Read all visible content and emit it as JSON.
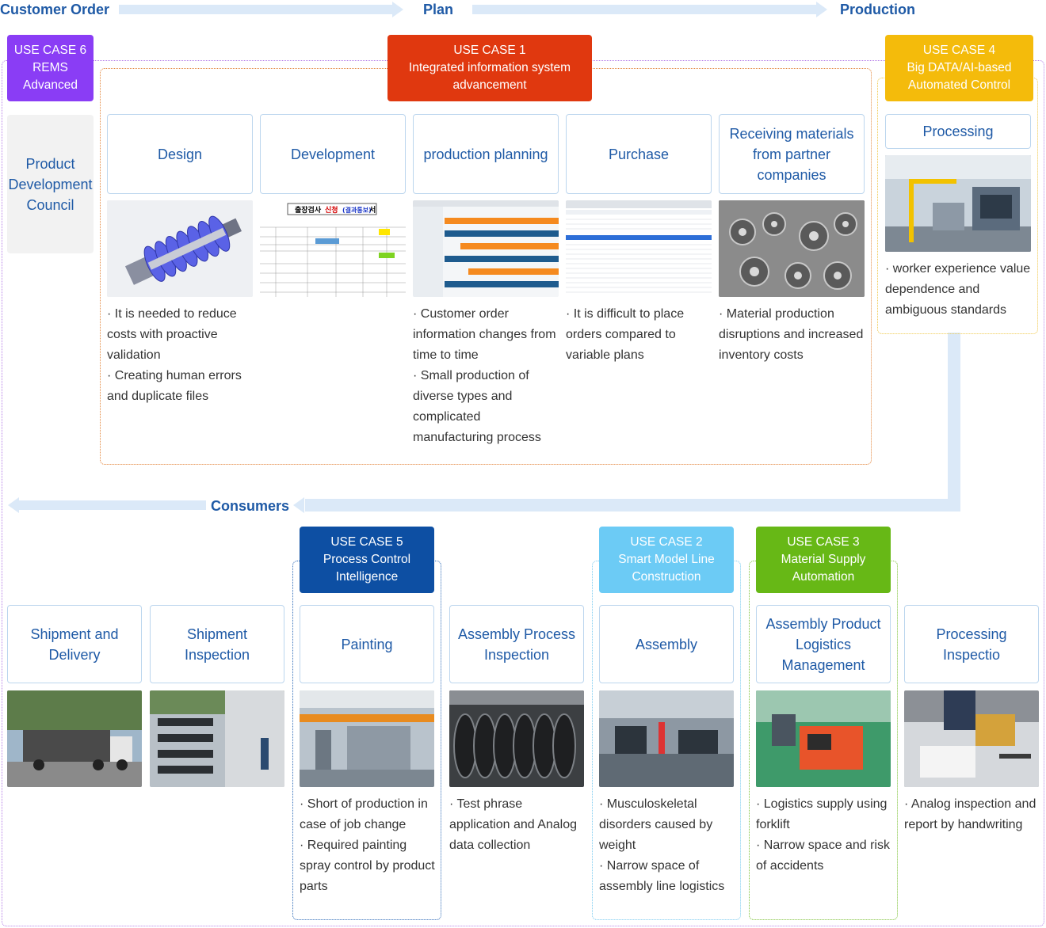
{
  "flow_top": {
    "customer_order": "Customer Order",
    "plan": "Plan",
    "production": "Production"
  },
  "flow_bottom": {
    "consumers": "Consumers"
  },
  "use_cases": {
    "uc1": {
      "line1": "USE CASE 1",
      "line2": "Integrated information system",
      "line3": "advancement",
      "color": "#e0380f"
    },
    "uc2": {
      "line1": "USE CASE 2",
      "line2": "Smart Model Line",
      "line3": "Construction",
      "color": "#6ccbf5"
    },
    "uc3": {
      "line1": "USE CASE 3",
      "line2": "Material Supply",
      "line3": "Automation",
      "color": "#67b816"
    },
    "uc4": {
      "line1": "USE CASE 4",
      "line2": "Big DATA/AI-based",
      "line3": "Automated Control",
      "color": "#f4bb0b"
    },
    "uc5": {
      "line1": "USE CASE 5",
      "line2": "Process Control",
      "line3": "Intelligence",
      "color": "#0d4fa3"
    },
    "uc6": {
      "line1": "USE CASE 6",
      "line2": "REMS",
      "line3": "Advanced",
      "color": "#8a3df5"
    }
  },
  "council": {
    "line1": "Product",
    "line2": "Development",
    "line3": "Council"
  },
  "processes": {
    "design": {
      "label": "Design",
      "desc": [
        "· It is needed to reduce costs with proactive validation",
        "· Creating human errors and duplicate files"
      ]
    },
    "development": {
      "label": "Development",
      "desc": []
    },
    "production_planning": {
      "label": "production planning",
      "desc": [
        "· Customer order information changes from time to time",
        "· Small production of diverse types and complicated manufacturing process"
      ]
    },
    "purchase": {
      "label": "Purchase",
      "desc": [
        "· It is difficult to place orders compared to variable plans"
      ]
    },
    "receiving": {
      "label": "Receiving materials from partner companies",
      "desc": [
        "· Material production disruptions and increased inventory costs"
      ]
    },
    "processing": {
      "label": "Processing",
      "desc": [
        "· worker experience value dependence and ambiguous standards"
      ]
    },
    "shipment_delivery": {
      "label": "Shipment and Delivery",
      "desc": []
    },
    "shipment_inspection": {
      "label": "Shipment Inspection",
      "desc": []
    },
    "painting": {
      "label": "Painting",
      "desc": [
        "· Short of production in case of job change",
        "· Required painting spray control by product parts"
      ]
    },
    "assembly_process_inspection": {
      "label": "Assembly Process Inspection",
      "desc": [
        "· Test phrase application and Analog data collection"
      ]
    },
    "assembly": {
      "label": "Assembly",
      "desc": [
        "· Musculoskeletal disorders caused by weight",
        "· Narrow space of assembly line logistics"
      ]
    },
    "assembly_logistics": {
      "label": "Assembly Product Logistics Management",
      "desc": [
        "· Logistics supply using forklift",
        "· Narrow space and risk of accidents"
      ]
    },
    "processing_inspection": {
      "label": "Processing Inspectio",
      "desc": [
        "· Analog inspection and report by handwriting"
      ]
    }
  },
  "doc_image": {
    "title_a": "출장검사",
    "title_b": "신청",
    "title_c": "(결과통보)",
    "title_d": "서"
  }
}
